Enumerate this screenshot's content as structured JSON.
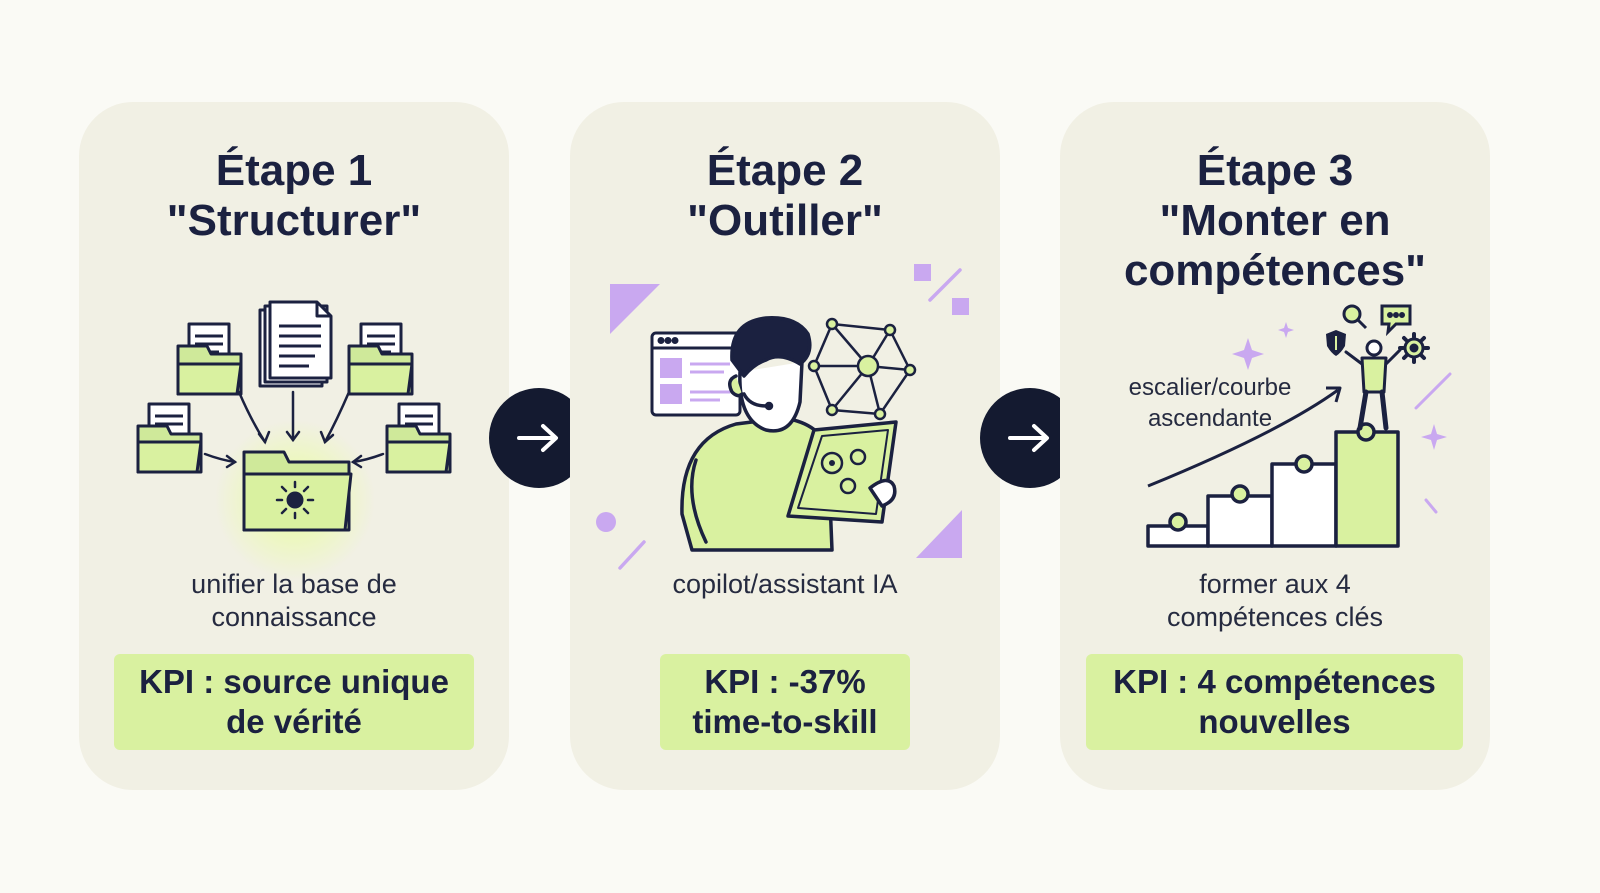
{
  "steps": [
    {
      "title_line1": "Étape 1",
      "title_line2": "\"Structurer\"",
      "desc_line1": "unifier la base de",
      "desc_line2": "connaissance",
      "kpi_line1": "KPI : source unique",
      "kpi_line2": "de vérité",
      "icons": [
        "folder-icon",
        "document-icon",
        "sun-folder-icon"
      ]
    },
    {
      "title_line1": "Étape 2",
      "title_line2": "\"Outiller\"",
      "desc_line1": "copilot/assistant IA",
      "kpi_line1": "KPI : -37%",
      "kpi_line2": "time-to-skill",
      "icons": [
        "person-headset-icon",
        "tablet-gears-icon",
        "network-icon",
        "browser-window-icon"
      ]
    },
    {
      "title_line1": "Étape 3",
      "title_line2": "\"Monter en",
      "title_line3": "compétences\"",
      "annotation_line1": "escalier/courbe",
      "annotation_line2": "ascendante",
      "desc_line1": "former aux 4",
      "desc_line2": "compétences clés",
      "kpi_line1": "KPI : 4 compétences",
      "kpi_line2": "nouvelles",
      "icons": [
        "staircase-chart-icon",
        "person-juggling-icon",
        "shield-icon",
        "magnifier-icon",
        "chat-icon",
        "gear-icon"
      ]
    }
  ],
  "connectors": [
    "arrow-right-icon",
    "arrow-right-icon"
  ],
  "colors": {
    "background": "#fafaf5",
    "card": "#f1f0e4",
    "accent_green": "#d9f1a0",
    "navy": "#1b2140",
    "purple": "#c9a8f0"
  }
}
